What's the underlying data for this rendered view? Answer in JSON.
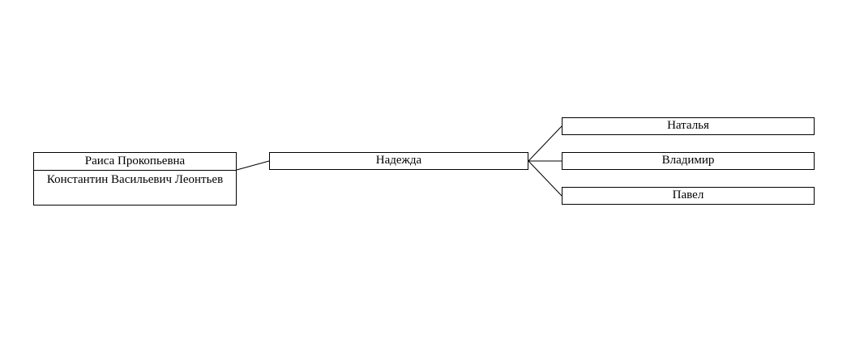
{
  "parents": {
    "mother": "Раиса Прокопьевна",
    "father": "Константин Васильевич Леонтьев"
  },
  "child": {
    "name": "Надежда"
  },
  "grandchildren": [
    {
      "name": "Наталья"
    },
    {
      "name": "Владимир"
    },
    {
      "name": "Павел"
    }
  ]
}
